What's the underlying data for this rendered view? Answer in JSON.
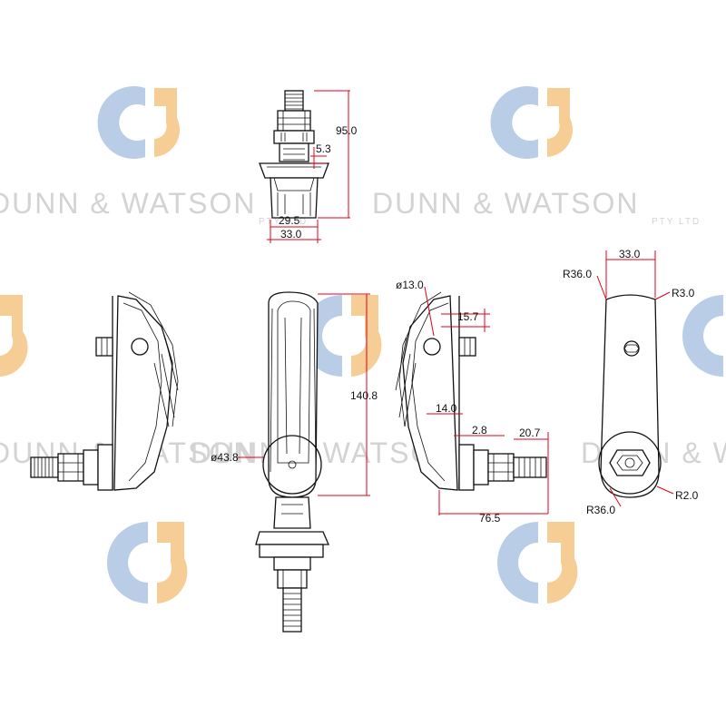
{
  "watermark": {
    "brand": "DUNN & WATSON",
    "sub": "PTY LTD",
    "logo_colors": {
      "blue": "#b9cde6",
      "orange": "#f6cd94"
    }
  },
  "dimensions": {
    "top_height": "95.0",
    "top_small": "5.3",
    "top_inner_width": "29.5",
    "top_outer_width": "33.0",
    "front_height": "140.8",
    "front_diameter": "ø43.8",
    "side_hole": "ø13.0",
    "side_offset": "15.7",
    "side_depth": "14.0",
    "side_small": "2.8",
    "side_stud": "20.7",
    "side_total": "76.5",
    "back_width": "33.0",
    "back_r_top_left": "R36.0",
    "back_r_top_right": "R3.0",
    "back_r_bottom_left": "R36.0",
    "back_r_bottom_right": "R2.0"
  },
  "colors": {
    "dimension_line": "#e0001b",
    "outline": "#111111"
  }
}
